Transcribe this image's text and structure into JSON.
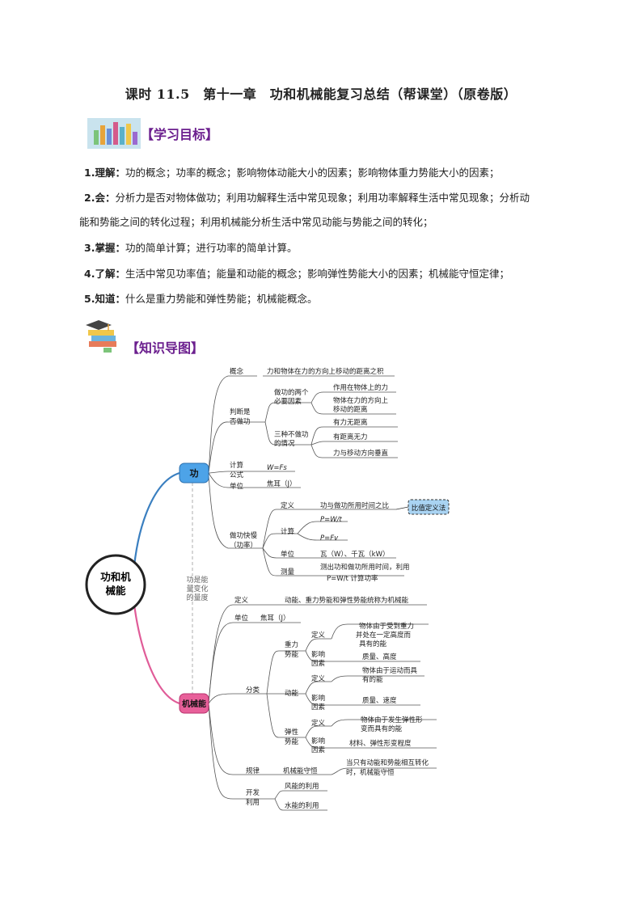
{
  "title": "课时 11.5　第十一章　功和机械能复习总结（帮课堂）（原卷版）",
  "goals": {
    "header": "【学习目标】",
    "items": [
      {
        "key": "1.理解：",
        "text": "功的概念；功率的概念；影响物体动能大小的因素；影响物体重力势能大小的因素；"
      },
      {
        "key": "2.会：",
        "text": "分析力是否对物体做功；利用功解释生活中常见现象；利用功率解释生活中常见现象；分析动",
        "cont": "能和势能之间的转化过程；利用机械能分析生活中常见动能与势能之间的转化；"
      },
      {
        "key": "3.掌握：",
        "text": "功的简单计算；进行功率的简单计算。"
      },
      {
        "key": "4.了解：",
        "text": "生活中常见功率值；能量和动能的概念；影响弹性势能大小的因素；机械能守恒定律；"
      },
      {
        "key": "5.知道：",
        "text": "什么是重力势能和弹性势能；机械能概念。"
      }
    ]
  },
  "map": {
    "header": "【知识导图】",
    "root": "功和机械能",
    "root_l1": "功和机",
    "root_l2": "械能",
    "link_note_l1": "功是能",
    "link_note_l2": "量变化",
    "link_note_l3": "的量度",
    "work": {
      "label": "功",
      "concept": "概念",
      "concept_def": "力和物体在力的方向上移动的距离之积",
      "judge_l1": "判断是",
      "judge_l2": "否做功",
      "two_l1": "做功的两个",
      "two_l2": "必要因素",
      "two_a": "作用在物体上的力",
      "two_b_l1": "物体在力的方向上",
      "two_b_l2": "移动的距离",
      "three_l1": "三种不做功",
      "three_l2": "的情况",
      "three_a": "有力无距离",
      "three_b": "有距离无力",
      "three_c": "力与移动方向垂直",
      "calc_l1": "计算",
      "calc_l2": "公式",
      "calc_formula": "W=Fs",
      "unit": "单位",
      "unit_val": "焦耳（J）",
      "power_l1": "做功快慢",
      "power_l2": "（功率）",
      "p_def": "定义",
      "p_def_val": "功与做功所用时间之比",
      "p_method": "比值定义法",
      "p_calc": "计算",
      "p_formula1": "P=W/t",
      "p_formula2": "P=Fv",
      "p_unit": "单位",
      "p_unit_val": "瓦（W）、千瓦（kW）",
      "p_measure": "测量",
      "p_measure_l1": "测出功和做功所用时间，利用",
      "p_measure_l2": "P=W/t 计算功率"
    },
    "energy": {
      "label": "机械能",
      "def": "定义",
      "def_val": "动能、重力势能和弹性势能统称为机械能",
      "unit": "单位",
      "unit_val": "焦耳（J）",
      "cls": "分类",
      "grav_l1": "重力",
      "grav_l2": "势能",
      "grav_def": "定义",
      "grav_def_l1": "物体由于受到重力",
      "grav_def_l2": "并处在一定高度而",
      "grav_def_l3": "具有的能",
      "grav_f_l1": "影响",
      "grav_f_l2": "因素",
      "grav_f_val": "质量、高度",
      "kin": "动能",
      "kin_def": "定义",
      "kin_def_l1": "物体由于运动而具",
      "kin_def_l2": "有的能",
      "kin_f_l1": "影响",
      "kin_f_l2": "因素",
      "kin_f_val": "质量、速度",
      "ela_l1": "弹性",
      "ela_l2": "势能",
      "ela_def": "定义",
      "ela_def_l1": "物体由于发生弹性形",
      "ela_def_l2": "变而具有的能",
      "ela_f_l1": "影响",
      "ela_f_l2": "因素",
      "ela_f_val": "材料、弹性形变程度",
      "law": "规律",
      "law_name": "机械能守恒",
      "law_l1": "当只有动能和势能相互转化",
      "law_l2": "时，机械能守恒",
      "dev_l1": "开发",
      "dev_l2": "利用",
      "wind": "风能的利用",
      "water": "水能的利用"
    }
  },
  "colors": {
    "accent": "#6b1f8e",
    "work_node": "#4da3e8",
    "energy_node": "#e8609a",
    "method_box": "#a9d3f2"
  }
}
